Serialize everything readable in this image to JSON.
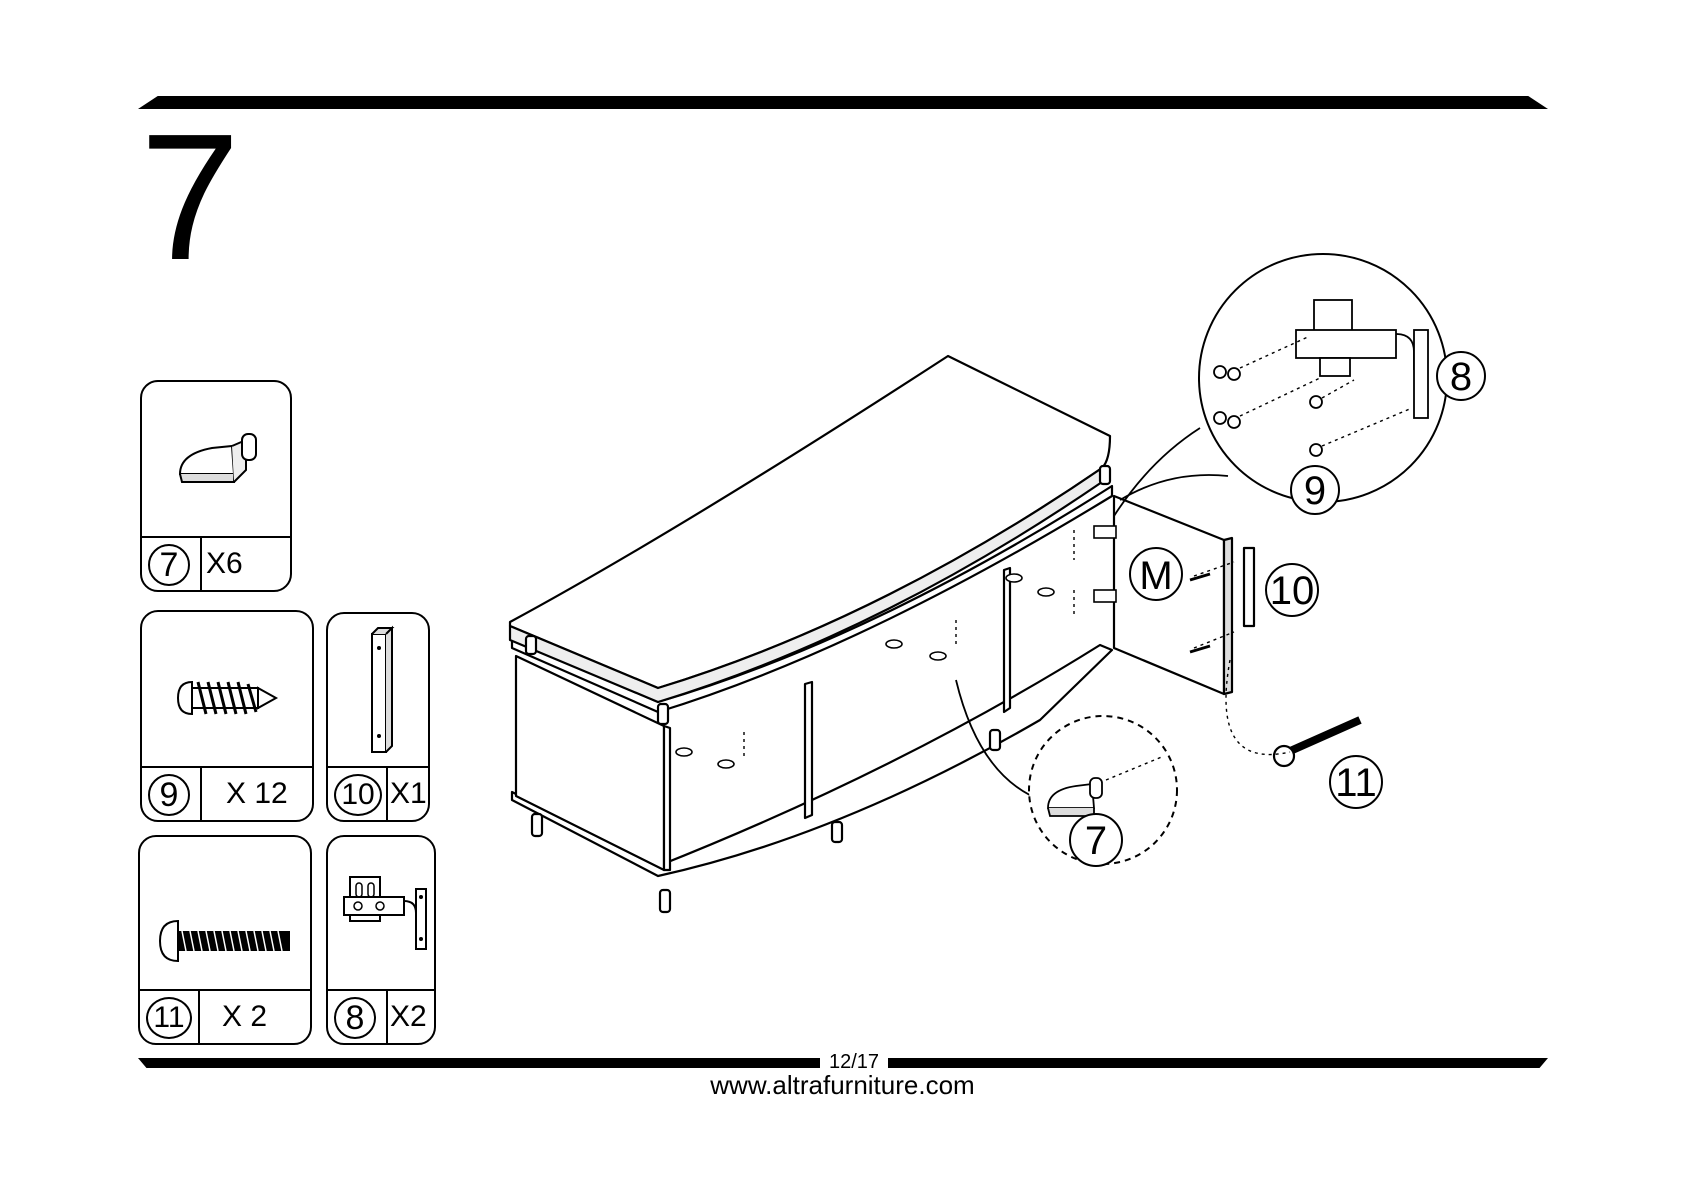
{
  "step": {
    "number": "7"
  },
  "parts": [
    {
      "id": "7",
      "quantity": "X6"
    },
    {
      "id": "9",
      "quantity": "X 12"
    },
    {
      "id": "10",
      "quantity": "X1"
    },
    {
      "id": "11",
      "quantity": "X 2"
    },
    {
      "id": "8",
      "quantity": "X2"
    }
  ],
  "callouts": {
    "panel": "M",
    "hinge": "8",
    "hinge_screw": "9",
    "handle": "10",
    "handle_bolt": "11",
    "shelf_pin": "7"
  },
  "footer": {
    "page": "12/17",
    "website": "www.altrafurniture.com"
  }
}
